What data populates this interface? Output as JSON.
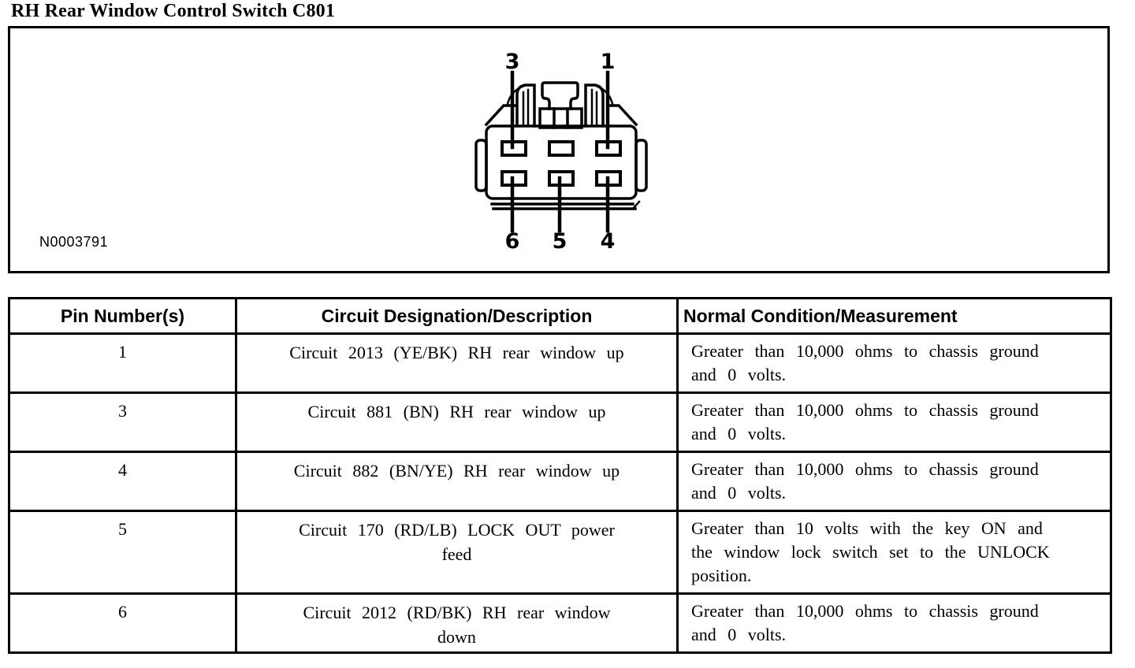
{
  "page": {
    "title": "RH Rear Window Control Switch C801"
  },
  "diagram": {
    "figure_id": "N0003791",
    "connector_name": "6-pin connector face view",
    "pin_labels": {
      "top_left": "3",
      "top_right": "1",
      "bottom_left": "6",
      "bottom_middle": "5",
      "bottom_right": "4"
    }
  },
  "table": {
    "headers": [
      "Pin Number(s)",
      "Circuit Designation/Description",
      "Normal Condition/Measurement"
    ],
    "rows": [
      {
        "pin": "1",
        "circuit": "Circuit 2013 (YE/BK) RH rear window up",
        "condition": "Greater than 10,000 ohms to chassis ground\nand 0 volts."
      },
      {
        "pin": "3",
        "circuit": "Circuit 881 (BN) RH rear window up",
        "condition": "Greater than 10,000 ohms to chassis ground\nand 0 volts."
      },
      {
        "pin": "4",
        "circuit": "Circuit 882 (BN/YE) RH rear window up",
        "condition": "Greater than 10,000 ohms to chassis ground\nand 0 volts."
      },
      {
        "pin": "5",
        "circuit": "Circuit 170 (RD/LB) LOCK OUT power\nfeed",
        "condition": "Greater than 10 volts with the key ON and\nthe window lock switch set to the UNLOCK\nposition."
      },
      {
        "pin": "6",
        "circuit": "Circuit 2012 (RD/BK) RH rear window\ndown",
        "condition": "Greater than 10,000 ohms to chassis ground\nand 0 volts."
      }
    ]
  },
  "colors": {
    "ink": "#000000",
    "background": "#ffffff"
  }
}
